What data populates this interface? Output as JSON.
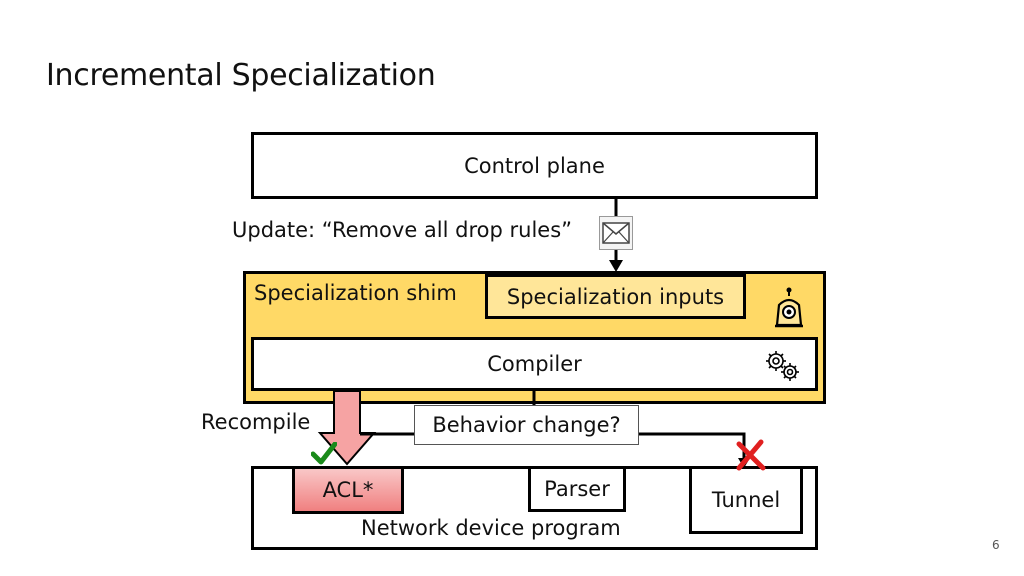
{
  "slide": {
    "title": "Incremental Specialization",
    "page_number": "6"
  },
  "diagram": {
    "control_plane": "Control plane",
    "update_label": "Update: “Remove all drop rules”",
    "shim_label": "Specialization shim",
    "spec_inputs": "Specialization inputs",
    "compiler": "Compiler",
    "recompile": "Recompile",
    "behavior_change": "Behavior change?",
    "program_label": "Network device program",
    "acl": "ACL*",
    "parser": "Parser",
    "tunnel": "Tunnel"
  },
  "icons": {
    "envelope": "envelope-icon",
    "bot": "bot-icon",
    "gears": "gears-icon",
    "check": "check-mark-icon",
    "cross": "cross-mark-icon"
  },
  "colors": {
    "shim_fill": "#ffd966",
    "inputs_fill": "#ffe699",
    "acl_fill": "#f08080",
    "check": "#1a8a1a",
    "cross": "#e02020"
  }
}
